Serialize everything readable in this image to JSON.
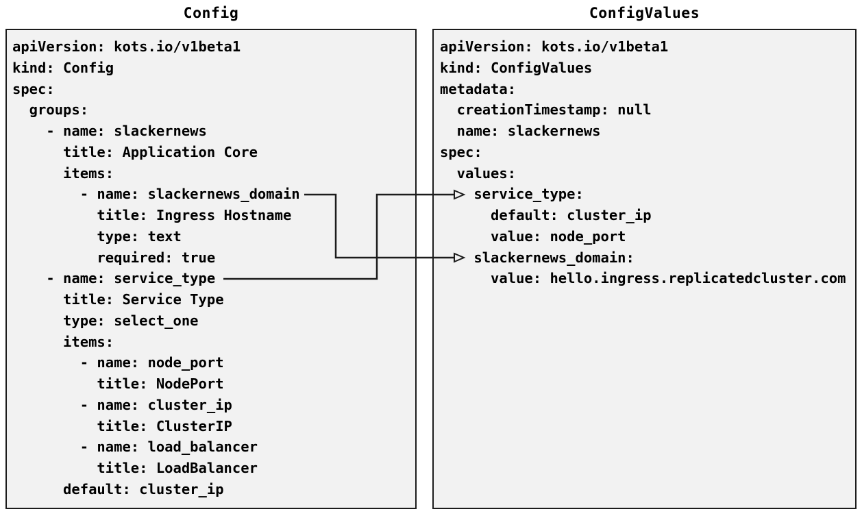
{
  "left_panel": {
    "title": "Config",
    "lines": [
      "apiVersion: kots.io/v1beta1",
      "kind: Config",
      "spec:",
      "  groups:",
      "    - name: slackernews",
      "      title: Application Core",
      "      items:",
      "        - name: slackernews_domain",
      "          title: Ingress Hostname",
      "          type: text",
      "          required: true",
      "    - name: service_type",
      "      title: Service Type",
      "      type: select_one",
      "      items:",
      "        - name: node_port",
      "          title: NodePort",
      "        - name: cluster_ip",
      "          title: ClusterIP",
      "        - name: load_balancer",
      "          title: LoadBalancer",
      "      default: cluster_ip"
    ]
  },
  "right_panel": {
    "title": "ConfigValues",
    "lines": [
      "apiVersion: kots.io/v1beta1",
      "kind: ConfigValues",
      "metadata:",
      "  creationTimestamp: null",
      "  name: slackernews",
      "spec:",
      "  values:",
      "    service_type:",
      "      default: cluster_ip",
      "      value: node_port",
      "    slackernews_domain:",
      "      value: hello.ingress.replicatedcluster.com"
    ]
  },
  "connections": [
    {
      "from": "Config: spec.groups[slackernews].items[slackernews_domain]",
      "to": "ConfigValues: spec.values.slackernews_domain"
    },
    {
      "from": "Config: spec.groups[service_type]",
      "to": "ConfigValues: spec.values.service_type"
    }
  ],
  "colors": {
    "background": "#ffffff",
    "box_fill": "#f2f2f2",
    "box_border": "#1c1c1c",
    "text": "#000000",
    "connector": "#1c1c1c"
  }
}
